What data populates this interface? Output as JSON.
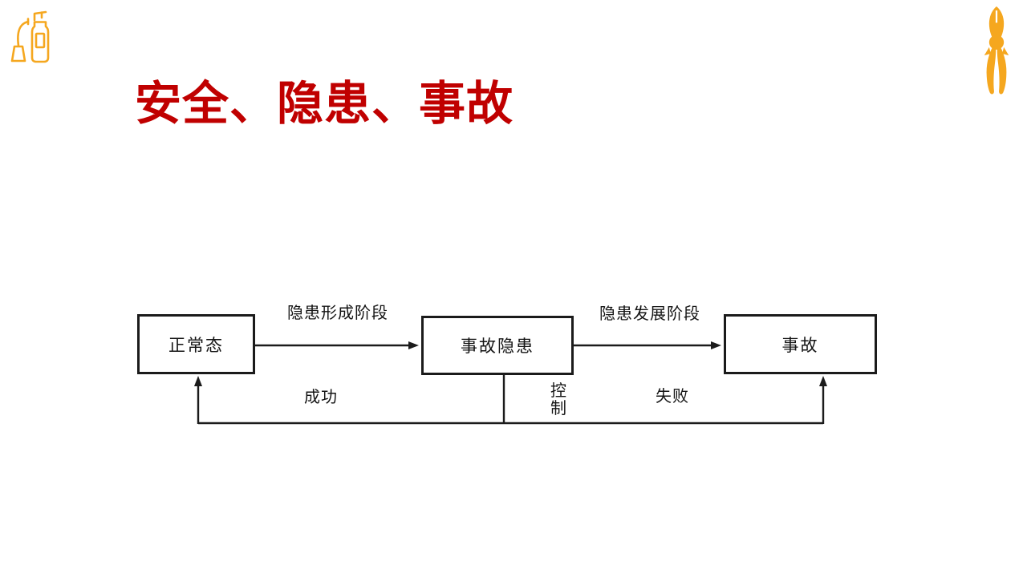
{
  "slide": {
    "title": "安全、隐患、事故",
    "title_color": "#C00000",
    "accent_color": "#F5A71F",
    "background_color": "#ffffff"
  },
  "icons": {
    "top_left": "fire-extinguisher-icon",
    "top_right": "pliers-icon"
  },
  "diagram": {
    "line_color": "#1b1b1b",
    "nodes": [
      {
        "id": "normal-state",
        "label": "正常态"
      },
      {
        "id": "hidden-danger",
        "label": "事故隐患"
      },
      {
        "id": "accident",
        "label": "事故"
      }
    ],
    "edges": [
      {
        "from": "normal-state",
        "to": "hidden-danger",
        "label": "隐患形成阶段"
      },
      {
        "from": "hidden-danger",
        "to": "accident",
        "label": "隐患发展阶段"
      }
    ],
    "feedback_labels": {
      "success": "成功",
      "control": "控制",
      "failure": "失败"
    }
  }
}
